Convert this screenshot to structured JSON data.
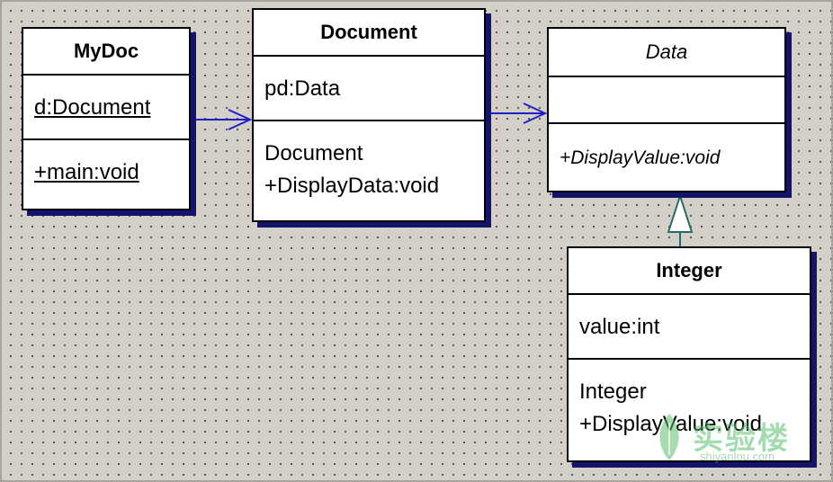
{
  "diagram": {
    "classes": [
      {
        "id": "mydoc",
        "name": "MyDoc",
        "abstract": false,
        "attributes": [
          {
            "text": "d:Document",
            "underline": true
          }
        ],
        "operations": [
          {
            "text": "+main:void",
            "underline": true
          }
        ]
      },
      {
        "id": "document",
        "name": "Document",
        "abstract": false,
        "attributes": [
          {
            "text": "pd:Data",
            "underline": false
          }
        ],
        "operations": [
          {
            "text": "Document",
            "underline": false
          },
          {
            "text": "+DisplayData:void",
            "underline": false
          }
        ]
      },
      {
        "id": "data",
        "name": "Data",
        "abstract": true,
        "attributes": [],
        "operations": [
          {
            "text": "+DisplayValue:void",
            "underline": false
          }
        ]
      },
      {
        "id": "integer",
        "name": "Integer",
        "abstract": false,
        "attributes": [
          {
            "text": "value:int",
            "underline": false
          }
        ],
        "operations": [
          {
            "text": "Integer",
            "underline": false
          },
          {
            "text": "+DisplayValue:void",
            "underline": false
          }
        ]
      }
    ],
    "relationships": [
      {
        "type": "association",
        "from": "MyDoc",
        "to": "Document"
      },
      {
        "type": "association",
        "from": "Document",
        "to": "Data"
      },
      {
        "type": "generalization",
        "from": "Integer",
        "to": "Data"
      }
    ],
    "colors": {
      "background": "#d4d0c8",
      "grid_dot": "#4a4a4a",
      "box_shadow": "#14146e",
      "association": "#2020c8",
      "generalization": "#2a6a6a"
    }
  },
  "watermark": {
    "text": "实验楼",
    "subtext": "shiyanlou.com",
    "icon": "leaf-logo-icon"
  }
}
